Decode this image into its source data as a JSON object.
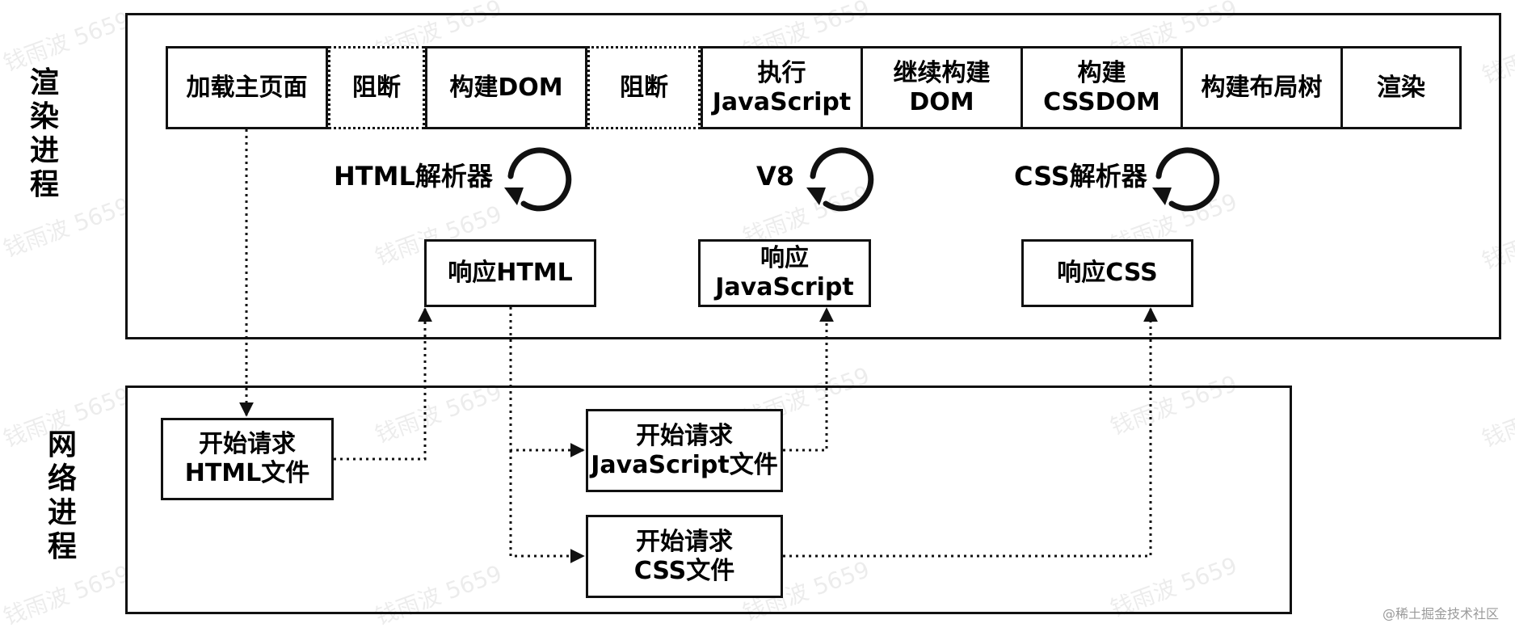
{
  "render_process": {
    "label": "渲\n染\n进\n程",
    "pipeline": [
      {
        "id": "load",
        "label": "加载主页面",
        "style": "solid"
      },
      {
        "id": "block1",
        "label": "阻断",
        "style": "dotted"
      },
      {
        "id": "build-dom",
        "label": "构建DOM",
        "style": "solid"
      },
      {
        "id": "block2",
        "label": "阻断",
        "style": "dotted"
      },
      {
        "id": "exec-js",
        "label": "执行\nJavaScript",
        "style": "solid"
      },
      {
        "id": "continue-dom",
        "label": "继续构建\nDOM",
        "style": "solid"
      },
      {
        "id": "build-cssdom",
        "label": "构建\nCSSDOM",
        "style": "solid"
      },
      {
        "id": "layout-tree",
        "label": "构建布局树",
        "style": "solid"
      },
      {
        "id": "render",
        "label": "渲染",
        "style": "solid"
      }
    ],
    "parsers": {
      "html": "HTML解析器",
      "v8": "V8",
      "css": "CSS解析器"
    },
    "responses": {
      "html": "响应HTML",
      "js": "响应\nJavaScript",
      "css": "响应CSS"
    }
  },
  "network_process": {
    "label": "网\n络\n进\n程",
    "requests": {
      "html": "开始请求\nHTML文件",
      "js": "开始请求\nJavaScript文件",
      "css": "开始请求\nCSS文件"
    }
  },
  "watermark": "钱雨波 5659",
  "credit": "@稀土掘金技术社区"
}
